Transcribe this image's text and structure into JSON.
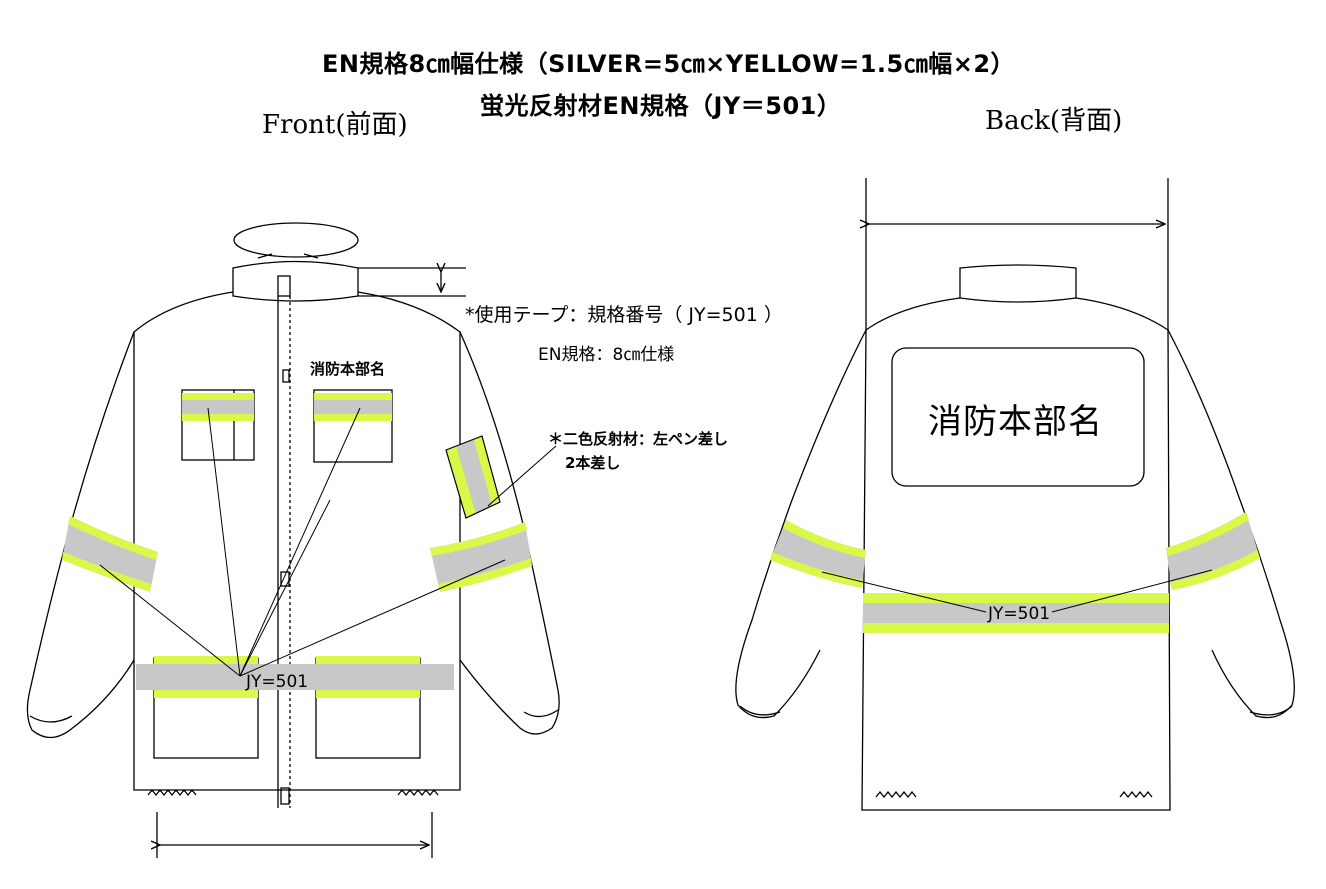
{
  "title": {
    "line1": "EN規格8㎝幅仕様（SILVER=5㎝×YELLOW=1.5㎝幅×2）",
    "line2": "蛍光反射材EN規格（JY＝501）"
  },
  "front": {
    "label": "Front(前面)",
    "dept_label": "消防本部名",
    "tape_code_label": "JY=501"
  },
  "back": {
    "label": "Back(背面)",
    "dept_label": "消防本部名",
    "tape_code_label": "JY=501"
  },
  "notes": {
    "tape_used": "*使用テープ：規格番号（ JY=501 ）",
    "en_spec": "EN規格：8㎝仕様",
    "pen_line1": "＊二色反射材：左ペン差し",
    "pen_line2": "2本差し"
  },
  "colors": {
    "silver": "#c8c8c8",
    "yellow": "#d8f84a",
    "outline": "#000000"
  }
}
